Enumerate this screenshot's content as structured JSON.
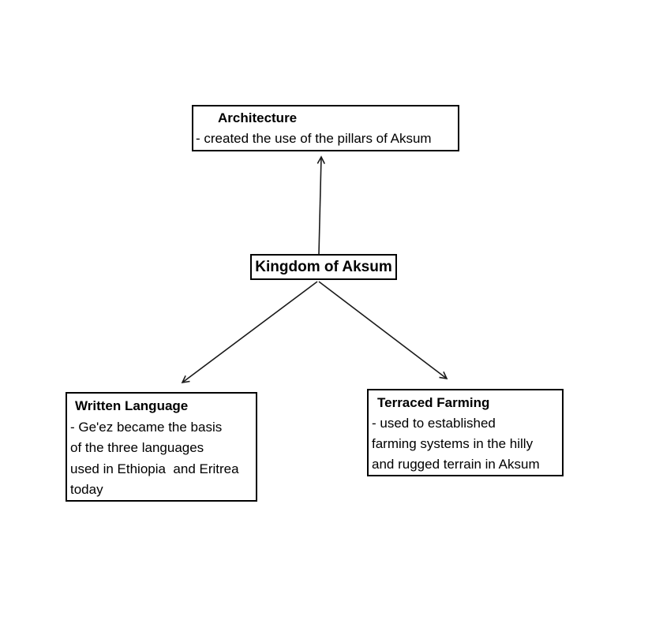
{
  "diagram": {
    "center": {
      "title": "Kingdom of Aksum"
    },
    "nodes": {
      "architecture": {
        "title": "Architecture",
        "lines": [
          "- created the use of the pillars of Aksum"
        ]
      },
      "written_language": {
        "title": "Written Language",
        "lines": [
          "- Ge'ez became the basis",
          "of the three languages",
          "used in Ethiopia  and Eritrea",
          "today"
        ]
      },
      "terraced_farming": {
        "title": "Terraced Farming",
        "lines": [
          "- used to established",
          "farming systems in the hilly",
          "and rugged terrain in Aksum"
        ]
      }
    },
    "colors": {
      "background": "#ffffff",
      "border": "#000000",
      "text": "#000000",
      "arrow": "#1a1a1a"
    }
  }
}
